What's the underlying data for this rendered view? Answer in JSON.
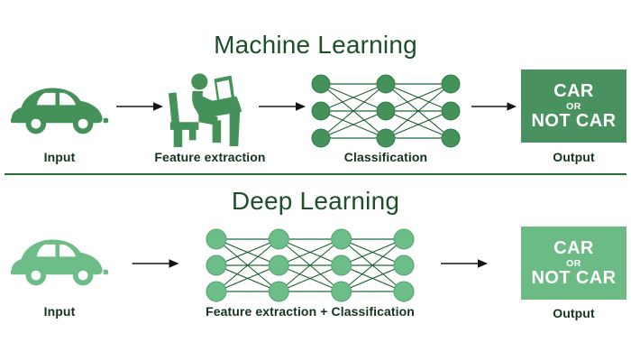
{
  "colors": {
    "background": "#ffffff",
    "title_green": "#1d4f2a",
    "label_green": "#14331f",
    "ml_icon_green": "#44915a",
    "dl_icon_green": "#6cbd87",
    "ml_output_bg": "#4a9160",
    "dl_output_bg": "#6cba84",
    "output_text": "#ffffff",
    "arrow_black": "#161616",
    "divider_green": "#2a6b3a"
  },
  "machine_learning": {
    "title": "Machine Learning",
    "input_label": "Input",
    "feature_label": "Feature extraction",
    "classification_label": "Classification",
    "output_label": "Output",
    "output_box": {
      "line1": "CAR",
      "line2": "OR",
      "line3": "NOT CAR"
    },
    "network": {
      "layers": 3,
      "nodes_per_layer": 3,
      "node_radius": 10,
      "node_color": "#44915a",
      "node_stroke": "#2f7d49",
      "edge_color": "#1d5c33",
      "row_edge_color": "#8fcaa0"
    }
  },
  "deep_learning": {
    "title": "Deep Learning",
    "input_label": "Input",
    "feature_label": "Feature extraction + Classification",
    "output_label": "Output",
    "output_box": {
      "line1": "CAR",
      "line2": "OR",
      "line3": "NOT CAR"
    },
    "network": {
      "layers": 4,
      "nodes_per_layer": 3,
      "node_radius": 11,
      "node_color": "#6cbd87",
      "node_stroke": "#4fa56c",
      "edge_color": "#1d5c33",
      "row_edge_color": "#9ed2ae"
    }
  }
}
